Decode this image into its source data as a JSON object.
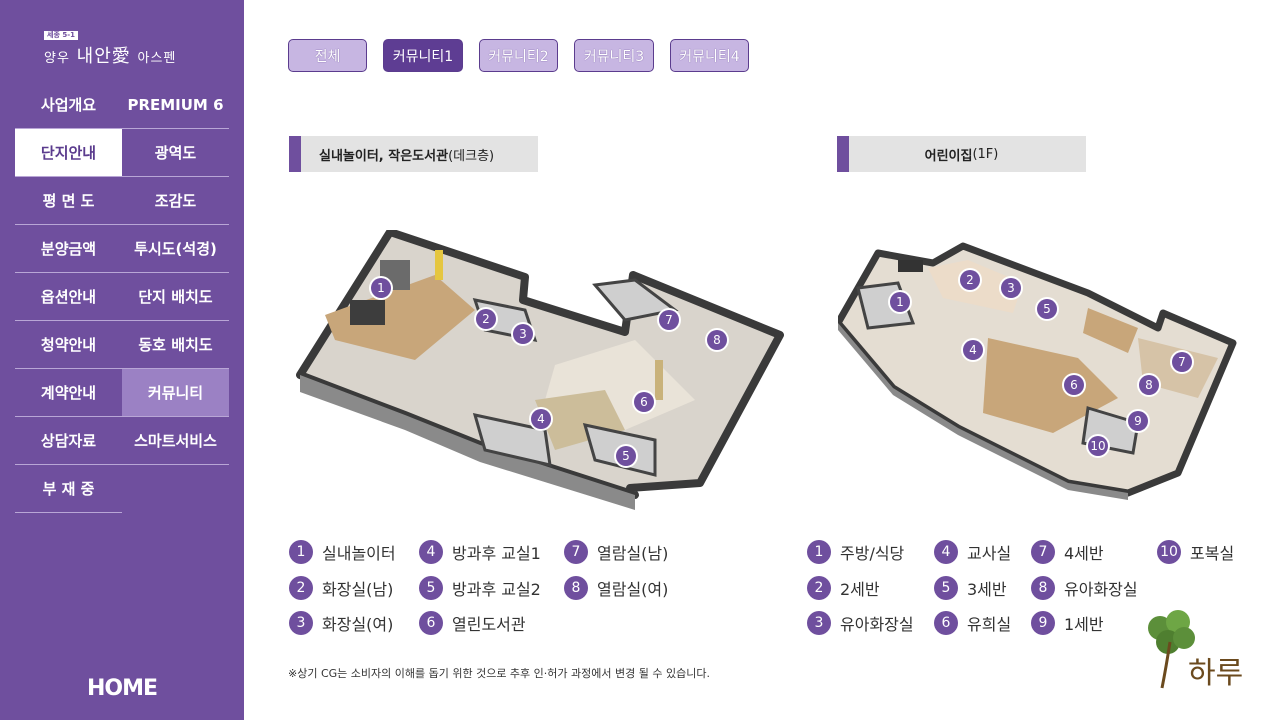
{
  "logo": {
    "badge": "세종 5-1",
    "brand_prefix": "양우",
    "brand_main": "내안愛",
    "brand_suffix": "아스펜"
  },
  "menu": [
    [
      "사업개요",
      "PREMIUM 6"
    ],
    [
      "단지안내",
      "광역도"
    ],
    [
      "평 면 도",
      "조감도"
    ],
    [
      "분양금액",
      "투시도(석경)"
    ],
    [
      "옵션안내",
      "단지 배치도"
    ],
    [
      "청약안내",
      "동호 배치도"
    ],
    [
      "계약안내",
      "커뮤니티"
    ],
    [
      "상담자료",
      "스마트서비스"
    ],
    [
      "부 재 중"
    ]
  ],
  "home_label": "HOME",
  "tabs": [
    "전체",
    "커뮤니티1",
    "커뮤니티2",
    "커뮤니티3",
    "커뮤니티4"
  ],
  "left_section": {
    "title_bold": "실내놀이터, 작은도서관",
    "title_rest": "(데크층)"
  },
  "right_section": {
    "title_bold": "어린이집",
    "title_rest": "(1F)"
  },
  "left_legend": [
    {
      "n": "1",
      "label": "실내놀이터"
    },
    {
      "n": "2",
      "label": "화장실(남)"
    },
    {
      "n": "3",
      "label": "화장실(여)"
    },
    {
      "n": "4",
      "label": "방과후 교실1"
    },
    {
      "n": "5",
      "label": "방과후 교실2"
    },
    {
      "n": "6",
      "label": "열린도서관"
    },
    {
      "n": "7",
      "label": "열람실(남)"
    },
    {
      "n": "8",
      "label": "열람실(여)"
    }
  ],
  "right_legend": [
    {
      "n": "1",
      "label": "주방/식당"
    },
    {
      "n": "2",
      "label": "2세반"
    },
    {
      "n": "3",
      "label": "유아화장실"
    },
    {
      "n": "4",
      "label": "교사실"
    },
    {
      "n": "5",
      "label": "3세반"
    },
    {
      "n": "6",
      "label": "유희실"
    },
    {
      "n": "7",
      "label": "4세반"
    },
    {
      "n": "8",
      "label": "유아화장실"
    },
    {
      "n": "9",
      "label": "1세반"
    },
    {
      "n": "10",
      "label": "포복실"
    }
  ],
  "note": "※상기 CG는 소비자의 이해를 돕기 위한 것으로 추후 인·허가 과정에서 변경 될 수 있습니다.",
  "haru_logo": "하루",
  "colors": {
    "sidebar": "#6f4f9e",
    "tab_active": "#5e3d93",
    "tab_inactive": "#c7b6e2",
    "marker": "#6f4f9e"
  }
}
